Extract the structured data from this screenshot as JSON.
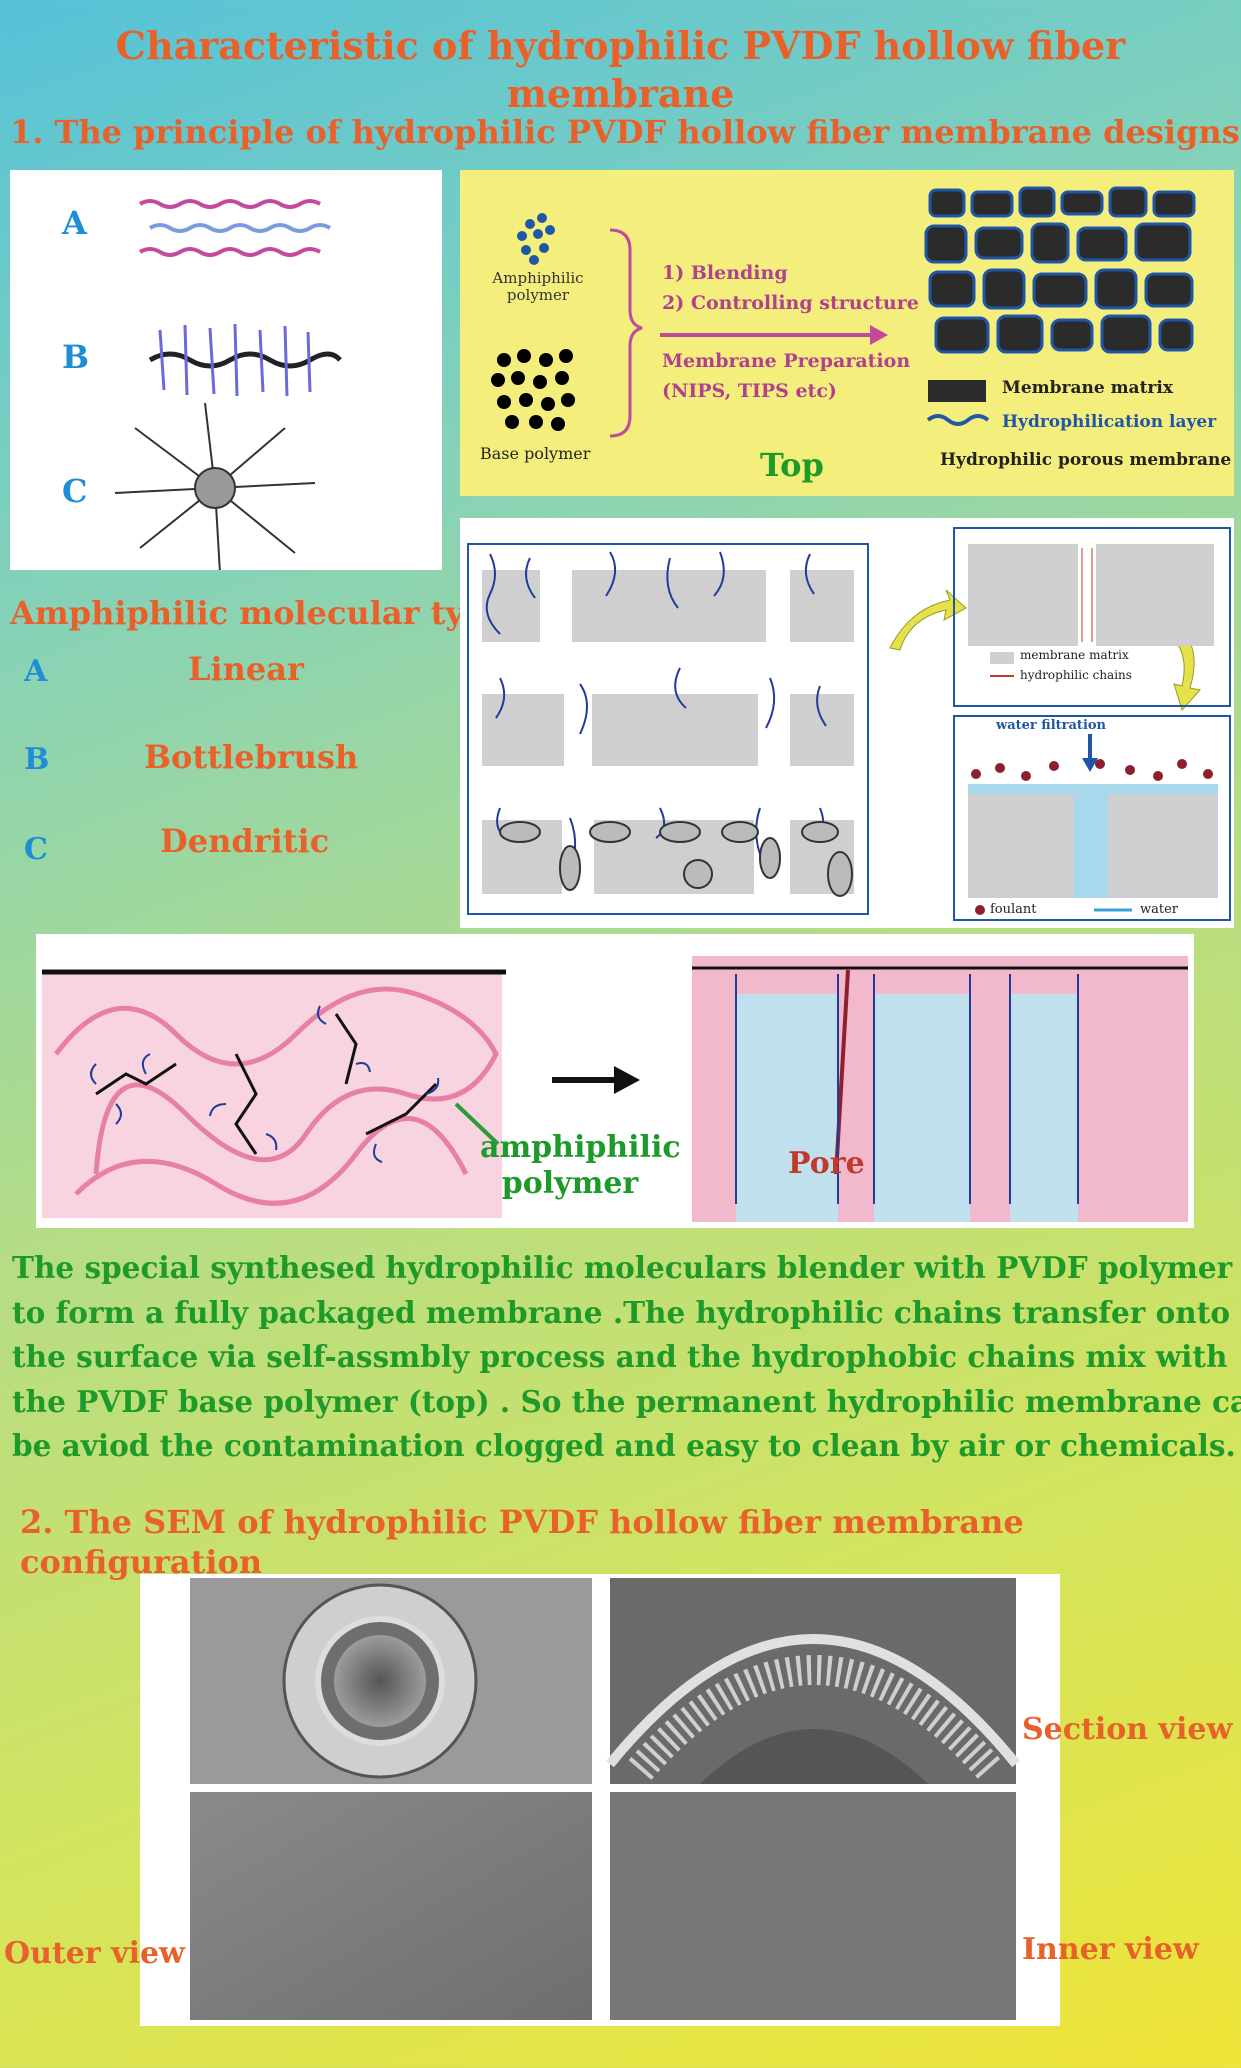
{
  "title": "Characteristic of hydrophilic PVDF hollow fiber membrane",
  "section1": {
    "heading": "1. The principle of hydrophilic PVDF hollow fiber membrane designs",
    "molecule_panel": {
      "letters": [
        "A",
        "B",
        "C"
      ]
    },
    "schematic": {
      "amphiphilic_polymer": "Amphiphilic polymer",
      "base_polymer": "Base polymer",
      "step1": "1) Blending",
      "step2": "2)  Controlling structure",
      "prep": "Membrane Preparation",
      "prep_methods": "(NIPS, TIPS etc)",
      "legend_matrix": "Membrane matrix",
      "legend_layer": "Hydrophilication layer",
      "result": "Hydrophilic porous membrane",
      "top_label": "Top"
    },
    "molecular_type_title": "Amphiphilic molecular type",
    "types": [
      {
        "letter": "A",
        "name": "Linear"
      },
      {
        "letter": "B",
        "name": "Bottlebrush"
      },
      {
        "letter": "C",
        "name": "Dendritic"
      }
    ],
    "filtration": {
      "legend_matrix": "membrane matrix",
      "legend_chains": "hydrophilic chains",
      "water_filtration": "water filtration",
      "foulant": "foulant",
      "water": "water"
    },
    "self_assembly": {
      "amphiphilic": "amphiphilic",
      "polymer": "polymer",
      "pore": "Pore"
    },
    "paragraph_lines": [
      "The special  synthesed hydrophilic moleculars blender with PVDF polymer",
      " to form a fully packaged membrane .The hydrophilic chains transfer onto",
      "the surface via self-assmbly process and the hydrophobic chains mix with",
      "the PVDF base polymer (top) . So the permanent hydrophilic membrane can",
      "be aviod the contamination clogged and easy to clean by air or chemicals."
    ]
  },
  "section2": {
    "heading": "2. The SEM of hydrophilic PVDF hollow fiber membrane configuration",
    "section_view": "Section view",
    "outer_view": "Outer view",
    "inner_view": "Inner view"
  },
  "colors": {
    "title": "#e8612a",
    "letters": "#1e8fd4",
    "paragraph": "#1e9a2a",
    "schematic_bg": "#f4ef7c",
    "arrow": "#c04a9c"
  }
}
